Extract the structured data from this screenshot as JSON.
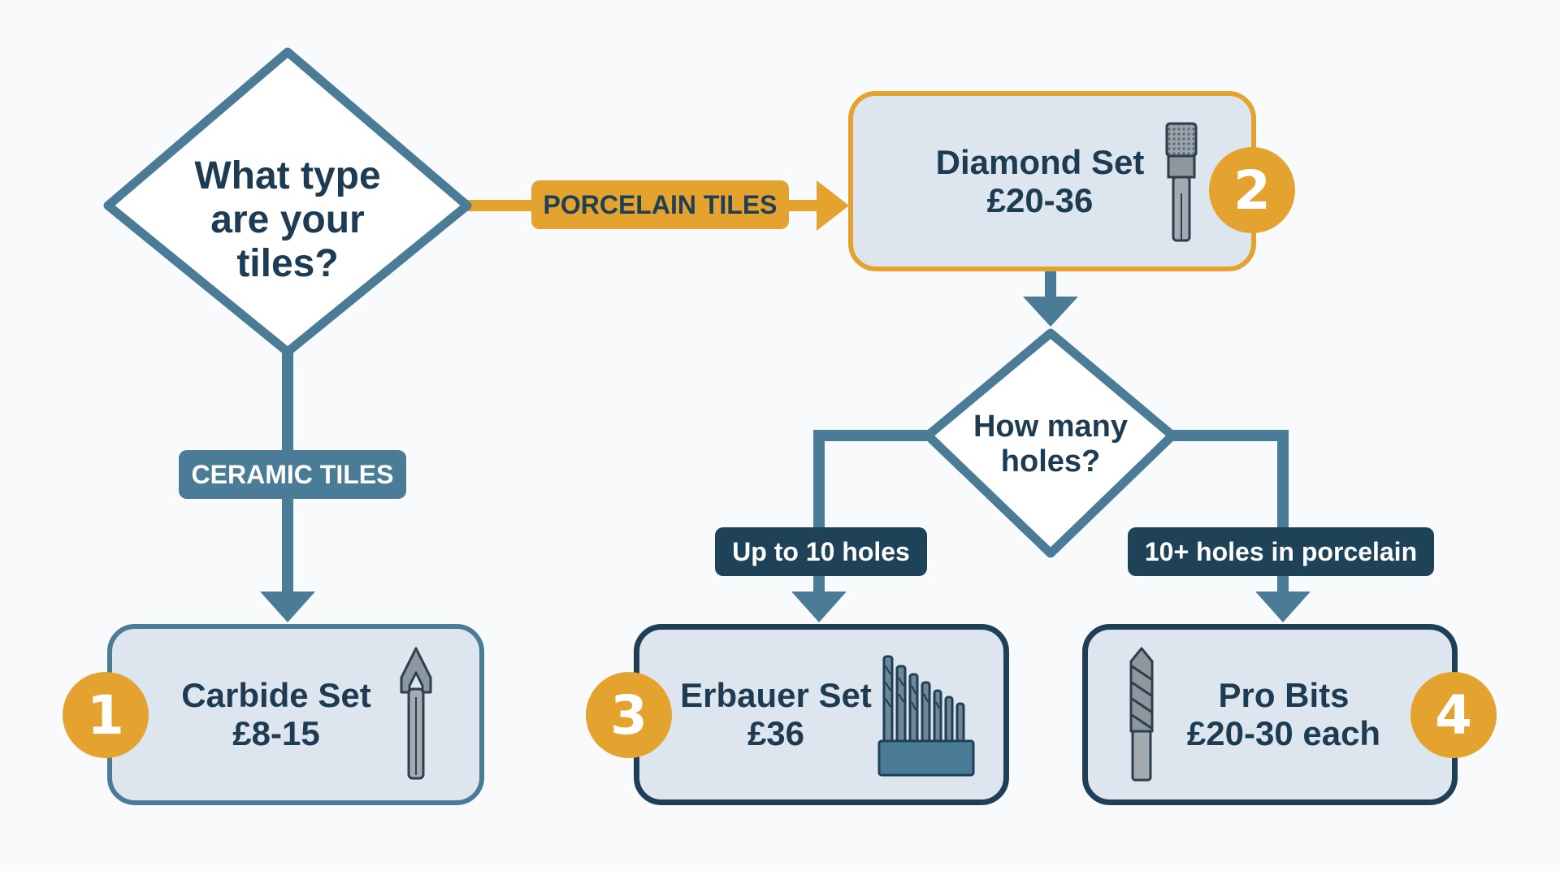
{
  "colors": {
    "steel": "#4b7c97",
    "dark_navy": "#1e4257",
    "accent_orange": "#e4a22e",
    "box_fill": "#dde6ee",
    "text_dark": "#1d3b52"
  },
  "decision_tile_type": {
    "lines": [
      "What type",
      "are your",
      "tiles?"
    ]
  },
  "decision_holes": {
    "lines": [
      "How many",
      "holes?"
    ]
  },
  "branch_labels": {
    "porcelain": "PORCELAIN TILES",
    "ceramic": "CERAMIC TILES",
    "up_to_10": "Up to 10 holes",
    "ten_plus": "10+ holes in porcelain"
  },
  "options": [
    {
      "number": "1",
      "name": "Carbide Set",
      "price": "£8-15",
      "icon": "carbide-spear-bit-icon"
    },
    {
      "number": "2",
      "name": "Diamond Set",
      "price": "£20-36",
      "icon": "diamond-core-bit-icon"
    },
    {
      "number": "3",
      "name": "Erbauer Set",
      "price": "£36",
      "icon": "drill-bit-set-icon"
    },
    {
      "number": "4",
      "name": "Pro Bits",
      "price": "£20-30 each",
      "icon": "twist-drill-bit-icon"
    }
  ]
}
